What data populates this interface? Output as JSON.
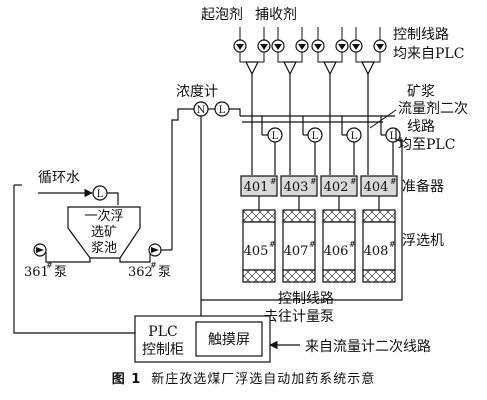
{
  "labels": {
    "foaming_agent": "起泡剂",
    "collector": "捕收剂",
    "control_line": "控制线路",
    "from_plc": "均来自PLC",
    "slurry_flow_line_1": "矿浆",
    "slurry_flow_line_2": "流量剂二次",
    "slurry_flow_line_3": "线路",
    "slurry_flow_line_4": "均至PLC",
    "densimeter": "浓度计",
    "circulating_water": "循环水",
    "tank_line_1": "一次浮",
    "tank_line_2": "选矿",
    "tank_line_3": "浆池",
    "pump_361": "361",
    "pump_362": "362",
    "pump_suffix": "泵",
    "preparer": "准备器",
    "flotation_machine": "浮选机",
    "to_meter_pump_1": "控制线路",
    "to_meter_pump_2": "去往计量泵",
    "plc_1": "PLC",
    "plc_2": "控制柜",
    "touchscreen": "触摸屏",
    "from_flowmeter": "来自流量计二次线路",
    "hash": "#",
    "sensor_L": "L",
    "sensor_N": "N"
  },
  "preparers": [
    "401",
    "403",
    "402",
    "404"
  ],
  "flotation_cells": [
    "405",
    "407",
    "406",
    "408"
  ],
  "caption": {
    "number": "图 1",
    "text": "新庄孜选煤厂浮选自动加药系统示意"
  }
}
